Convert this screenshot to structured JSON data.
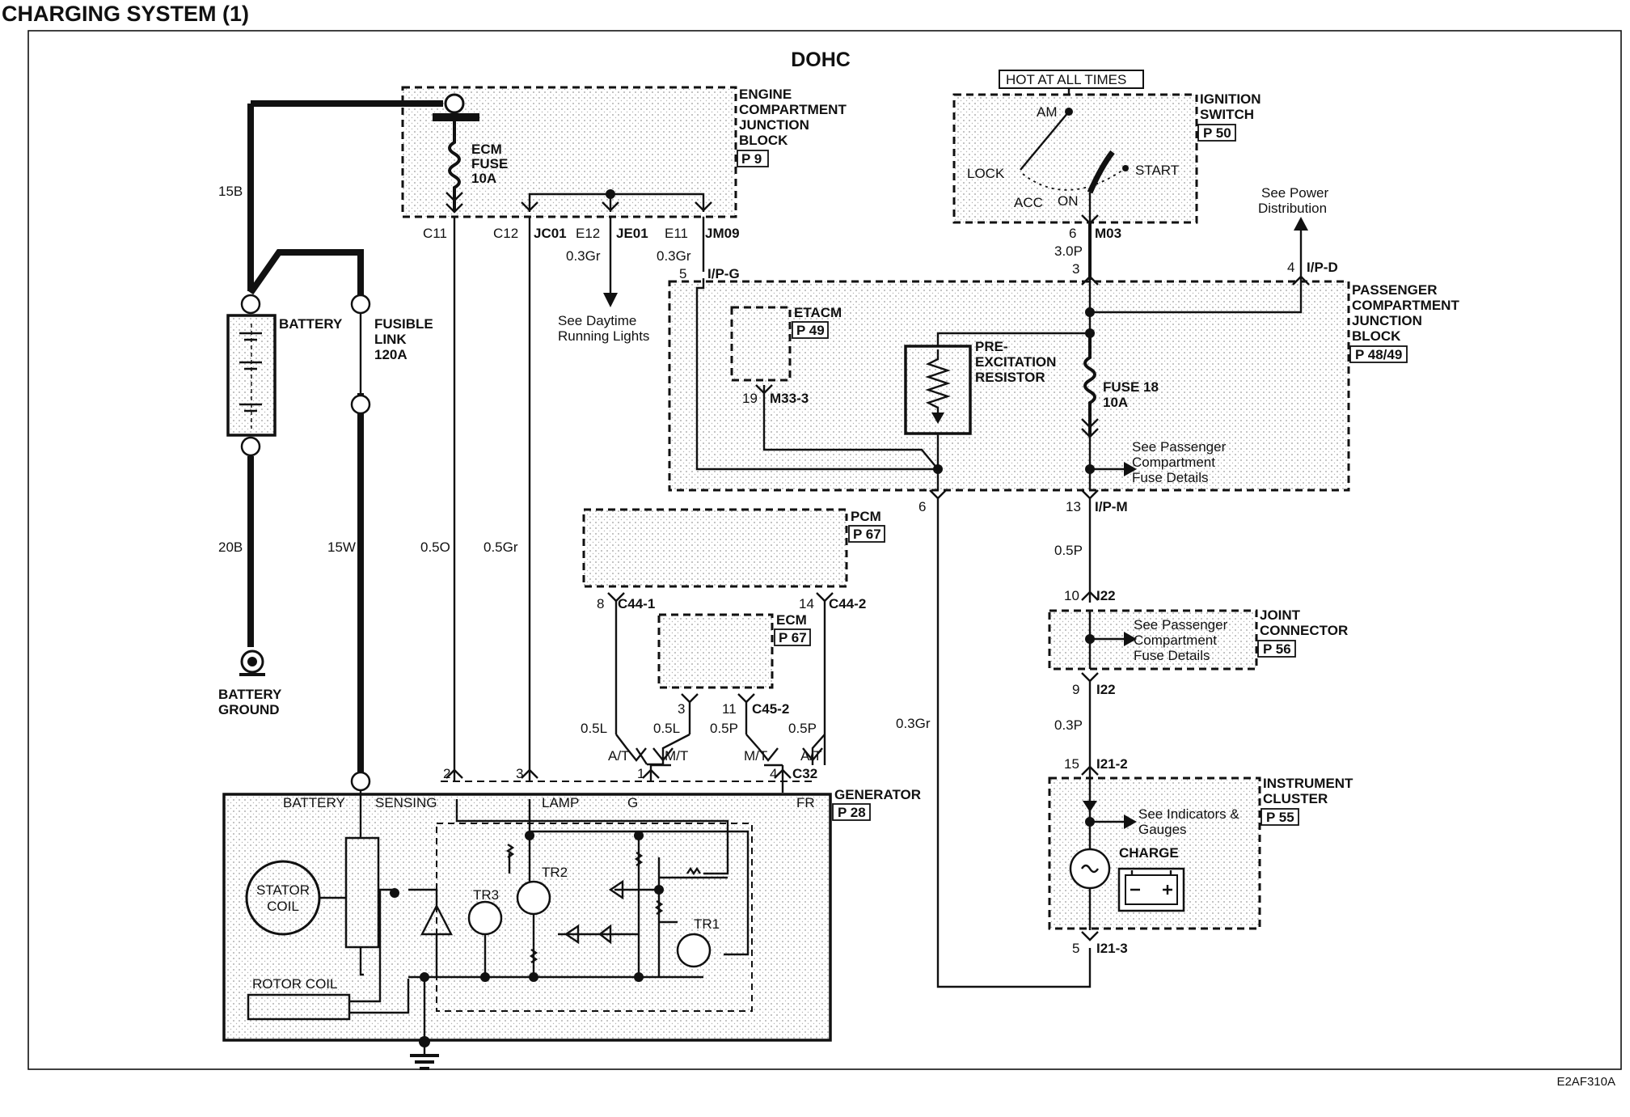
{
  "title": "CHARGING SYSTEM (1)",
  "variant": "DOHC",
  "doc_code": "E2AF310A",
  "components": {
    "engine_jb": {
      "lines": [
        "ENGINE",
        "COMPARTMENT",
        "JUNCTION",
        "BLOCK"
      ],
      "ref": "P 9"
    },
    "ecm_fuse": {
      "lines": [
        "ECM",
        "FUSE",
        "10A"
      ]
    },
    "hot_at_all_times": "HOT AT ALL TIMES",
    "ignition_switch": {
      "lines": [
        "IGNITION",
        "SWITCH"
      ],
      "ref": "P 50"
    },
    "ign_positions": {
      "am": "AM",
      "lock": "LOCK",
      "acc": "ACC",
      "on": "ON",
      "start": "START"
    },
    "see_power_dist": [
      "See Power",
      "Distribution"
    ],
    "passenger_jb": {
      "lines": [
        "PASSENGER",
        "COMPARTMENT",
        "JUNCTION",
        "BLOCK"
      ],
      "ref": "P 48/49"
    },
    "etacm": {
      "name": "ETACM",
      "ref": "P 49"
    },
    "pre_excitation": {
      "lines": [
        "PRE-",
        "EXCITATION",
        "RESISTOR"
      ]
    },
    "fuse18": {
      "lines": [
        "FUSE 18",
        "10A"
      ]
    },
    "see_pass_fuse_1": [
      "See Passenger",
      "Compartment",
      "Fuse Details"
    ],
    "battery": "BATTERY",
    "fusible_link": {
      "lines": [
        "FUSIBLE",
        "LINK",
        "120A"
      ]
    },
    "battery_ground": [
      "BATTERY",
      "GROUND"
    ],
    "see_drl": [
      "See Daytime",
      "Running Lights"
    ],
    "pcm": {
      "name": "PCM",
      "ref": "P 67"
    },
    "ecm": {
      "name": "ECM",
      "ref": "P 67"
    },
    "joint_connector": {
      "lines": [
        "JOINT",
        "CONNECTOR"
      ],
      "ref": "P 56"
    },
    "see_pass_fuse_2": [
      "See Passenger",
      "Compartment",
      "Fuse Details"
    ],
    "instrument_cluster": {
      "lines": [
        "INSTRUMENT",
        "CLUSTER"
      ],
      "ref": "P 55"
    },
    "see_indicators": [
      "See Indicators &",
      "Gauges"
    ],
    "charge": "CHARGE",
    "generator": {
      "name": "GENERATOR",
      "ref": "P 28"
    },
    "gen_terminals": {
      "battery": "BATTERY",
      "sensing": "SENSING",
      "lamp": "LAMP",
      "g": "G",
      "fr": "FR"
    },
    "stator_coil": [
      "STATOR",
      "COIL"
    ],
    "rotor_coil": "ROTOR COIL",
    "transistors": {
      "tr1": "TR1",
      "tr2": "TR2",
      "tr3": "TR3"
    }
  },
  "connectors": {
    "c11": "C11",
    "c12": "C12",
    "jc01": "JC01",
    "e12": "E12",
    "je01": "JE01",
    "e11": "E11",
    "jm09": "JM09",
    "ipg_pin": "5",
    "ipg": "I/P-G",
    "m03_pin": "6",
    "m03": "M03",
    "ipd_pin": "4",
    "ipd": "I/P-D",
    "pjb_in_pin": "3",
    "m33_pin": "19",
    "m33": "M33-3",
    "ipm_pin": "13",
    "ipm": "I/P-M",
    "pin6": "6",
    "c441_pin": "8",
    "c441": "C44-1",
    "c442_pin": "14",
    "c442": "C44-2",
    "c452_pin3": "3",
    "c452_pin11": "11",
    "c452": "C45-2",
    "i22_top_pin": "10",
    "i22_top": "I22",
    "i22_bot_pin": "9",
    "i22_bot": "I22",
    "i212_pin": "15",
    "i212": "I21-2",
    "i213_pin": "5",
    "i213": "I21-3",
    "c32": "C32",
    "gen_pin2": "2",
    "gen_pin3": "3",
    "gen_pin1": "1",
    "gen_pin4": "4",
    "at1": "A/T",
    "mt1": "M/T",
    "mt2": "M/T",
    "at2": "A/T"
  },
  "wires": {
    "w15b": "15B",
    "w20b": "20B",
    "w15w": "15W",
    "w05o": "0.5O",
    "w05gr": "0.5Gr",
    "w03gr_a": "0.3Gr",
    "w03gr_b": "0.3Gr",
    "w30p": "3.0P",
    "w05p_a": "0.5P",
    "w03p": "0.3P",
    "w03gr_c": "0.3Gr",
    "w05l_a": "0.5L",
    "w05l_b": "0.5L",
    "w05p_b": "0.5P",
    "w05p_c": "0.5P"
  }
}
